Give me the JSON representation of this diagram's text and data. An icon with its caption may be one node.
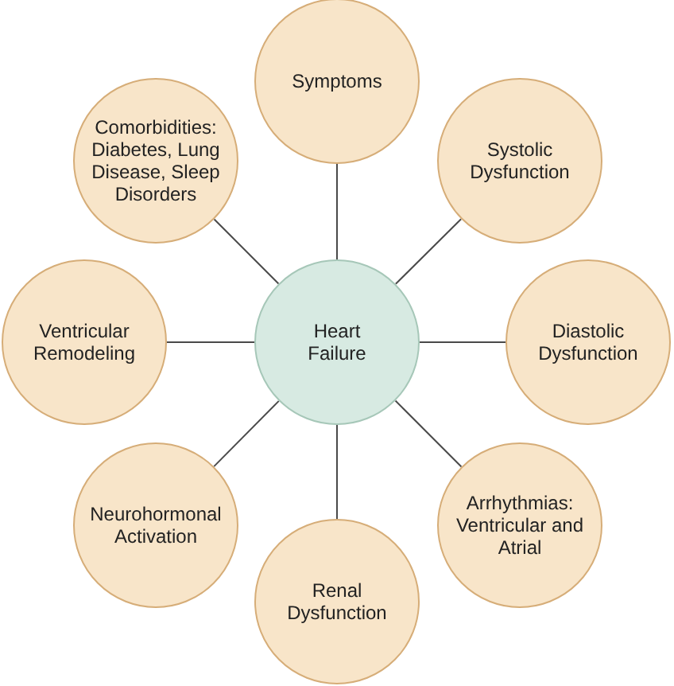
{
  "diagram": {
    "nodes": [
      {
        "text": [
          "Symptoms"
        ]
      },
      {
        "text": [
          "Comorbidities: Diabetes, Lung Disease, Sleep Disorders"
        ]
      },
      {
        "text": [
          "Systolic Dysfunction"
        ]
      },
      {
        "text": [
          "Ventricular Remodeling"
        ]
      },
      {
        "text": [
          "Heart Failure"
        ]
      },
      {
        "text": [
          "Diastolic Dysfunction"
        ]
      },
      {
        "text": [
          "Neurohormonal Activation"
        ]
      },
      {
        "text": [
          "Arrhythmias: Ventricular and Atrial"
        ]
      },
      {
        "text": [
          "Renal Dysfunction"
        ]
      }
    ],
    "edges": [
      {
        "from": 4,
        "to": 0,
        "arrow": "none"
      },
      {
        "from": 4,
        "to": 2,
        "arrow": "none"
      },
      {
        "from": 4,
        "to": 5,
        "arrow": "none"
      },
      {
        "from": 4,
        "to": 7,
        "arrow": "none"
      },
      {
        "from": 4,
        "to": 8,
        "arrow": "none"
      },
      {
        "from": 4,
        "to": 6,
        "arrow": "none"
      },
      {
        "from": 4,
        "to": 3,
        "arrow": "none"
      },
      {
        "from": 4,
        "to": 1,
        "arrow": "none"
      }
    ]
  }
}
